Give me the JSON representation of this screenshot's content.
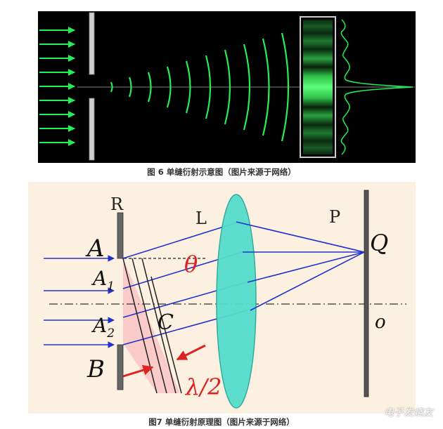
{
  "fig6": {
    "caption": "图 6 单缝衍射示意图（图片来源于网络）"
  },
  "fig7": {
    "caption": "图7 单缝衍射原理图（图片来源于网络）",
    "labels": {
      "R": "R",
      "L": "L",
      "P": "P",
      "A": "A",
      "A1_main": "A",
      "A1_sub": "1",
      "A2_main": "A",
      "A2_sub": "2",
      "B": "B",
      "C": "C",
      "Q": "Q",
      "O": "o",
      "theta": "θ",
      "lambda": "λ/2"
    }
  },
  "watermark": "电子发烧友",
  "colors": {
    "wave_green": "#22ee55",
    "ray_blue": "#2233cc",
    "lens_fill": "#55ddcc",
    "annotation_red": "#dd2222"
  }
}
